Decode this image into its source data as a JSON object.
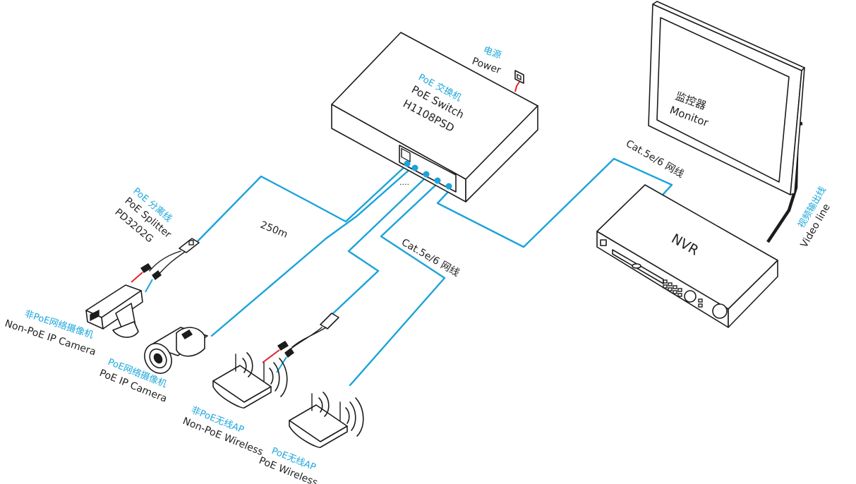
{
  "switch": {
    "title_cn": "PoE 交换机",
    "title_en": "PoE Switch",
    "model": "H1108PSD",
    "port_dots": "...."
  },
  "power": {
    "cn": "电源",
    "en": "Power"
  },
  "monitor": {
    "cn": "监控器",
    "en": "Monitor"
  },
  "nvr": {
    "label": "NVR"
  },
  "video_line": {
    "cn": "视频输出线",
    "en": "Video line"
  },
  "cable_labels": {
    "top": "Cat.5e/6 网线",
    "middle": "Cat.5e/6 网线",
    "distance": "250m"
  },
  "splitter": {
    "cn": "PoE 分离线",
    "en": "PoE Splitter",
    "model": "PD3202G"
  },
  "devices": {
    "non_poe_camera": {
      "cn": "非PoE网络摄像机",
      "en": "Non-PoE IP Camera"
    },
    "poe_camera": {
      "cn": "PoE网络摄像机",
      "en": "PoE IP Camera"
    },
    "non_poe_ap": {
      "cn": "非PoE无线AP",
      "en": "Non-PoE Wireless"
    },
    "poe_ap": {
      "cn": "PoE无线AP",
      "en": "PoE Wireless"
    }
  },
  "colors": {
    "cable": "#1ba3da",
    "label_cn": "#1aa6dc",
    "power_wire": "#e4222c",
    "outline": "#1c1c1c"
  }
}
